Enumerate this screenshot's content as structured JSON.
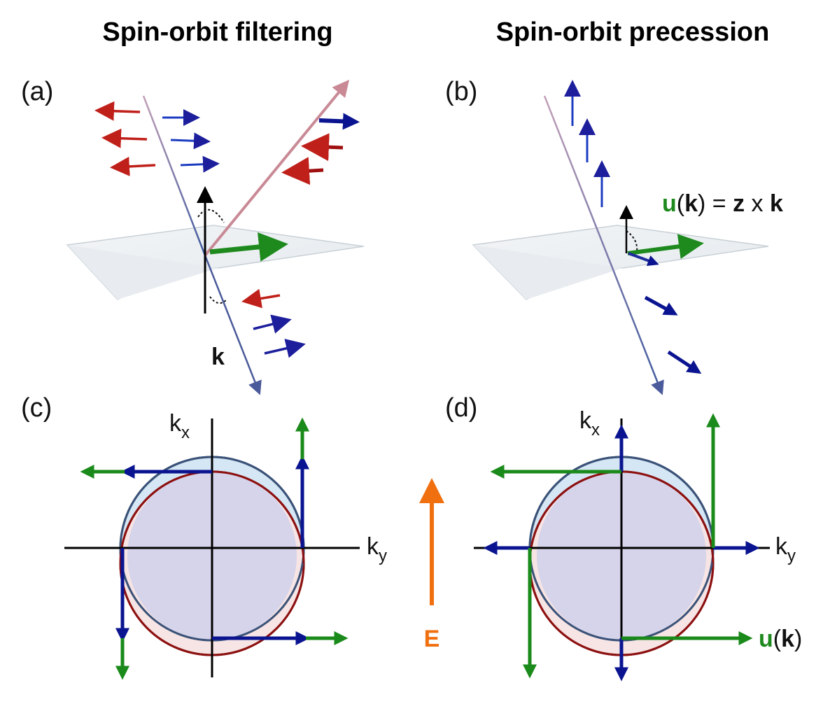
{
  "titles": {
    "left": "Spin-orbit filtering",
    "right": "Spin-orbit precession"
  },
  "panels": {
    "a": "(a)",
    "b": "(b)",
    "c": "(c)",
    "d": "(d)"
  },
  "labels": {
    "k_vector": "k",
    "kx_main": "k",
    "kx_sub": "x",
    "ky_main": "k",
    "ky_sub": "y",
    "u_main": "u",
    "paren_open": "(",
    "k_bold": "k",
    "paren_close": ")",
    "equation_rest_eq": " = ",
    "equation_z": "z",
    "equation_x": " x ",
    "equation_k": "k",
    "E_field": "E"
  },
  "colors": {
    "red_arrow": "#c0201a",
    "blue_arrow": "#1c1e9c",
    "green_arrow": "#1e8a1e",
    "orange_E": "#f07010",
    "circle_blue_stroke": "#3a5278",
    "circle_blue_fill": "#d5e6f4",
    "circle_red_stroke": "#8c1010",
    "circle_red_fill": "#f7e4e4",
    "overlap_fill": "#d6d4ea",
    "title": "#000000"
  }
}
